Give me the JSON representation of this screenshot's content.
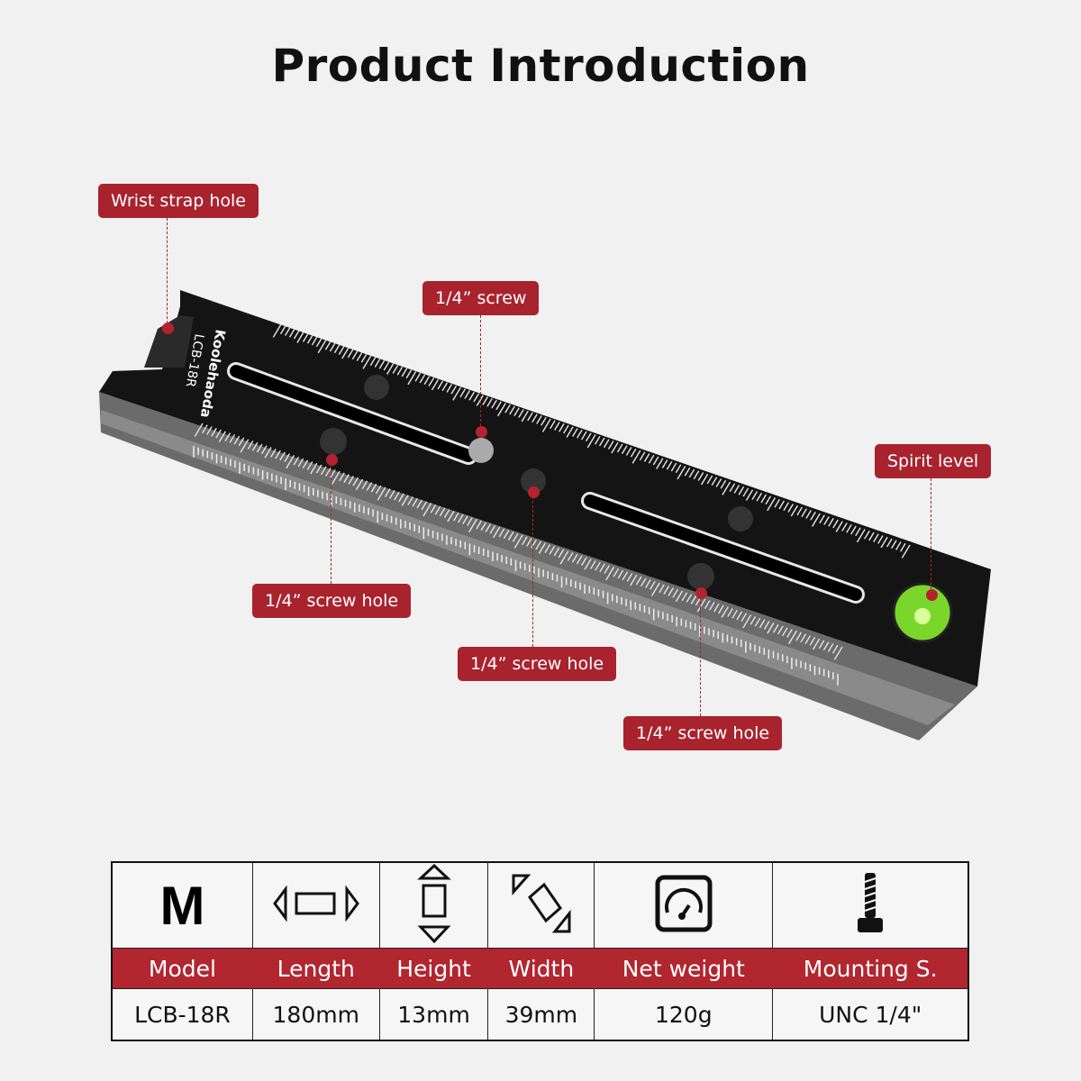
{
  "title": "Product Introduction",
  "plate": {
    "brand": "Koolehaoda",
    "model_engraving": "LCB-18R"
  },
  "callouts": {
    "wrist_strap_hole": "Wrist strap hole",
    "screw": "1/4” screw",
    "screw_hole_1": "1/4” screw hole",
    "screw_hole_2": "1/4” screw hole",
    "screw_hole_3": "1/4” screw hole",
    "spirit_level": "Spirit level"
  },
  "specs": [
    {
      "icon": "model-m-icon",
      "label": "Model",
      "value": "LCB-18R",
      "glyph": "M"
    },
    {
      "icon": "length-icon",
      "label": "Length",
      "value": "180mm"
    },
    {
      "icon": "height-icon",
      "label": "Height",
      "value": "13mm"
    },
    {
      "icon": "width-icon",
      "label": "Width",
      "value": "39mm"
    },
    {
      "icon": "weight-gauge-icon",
      "label": "Net weight",
      "value": "120g"
    },
    {
      "icon": "screw-icon",
      "label": "Mounting S.",
      "value": "UNC 1/4\""
    }
  ],
  "colors": {
    "accent": "#a8232e",
    "background": "#f1f1f1",
    "plate": "#141414"
  }
}
